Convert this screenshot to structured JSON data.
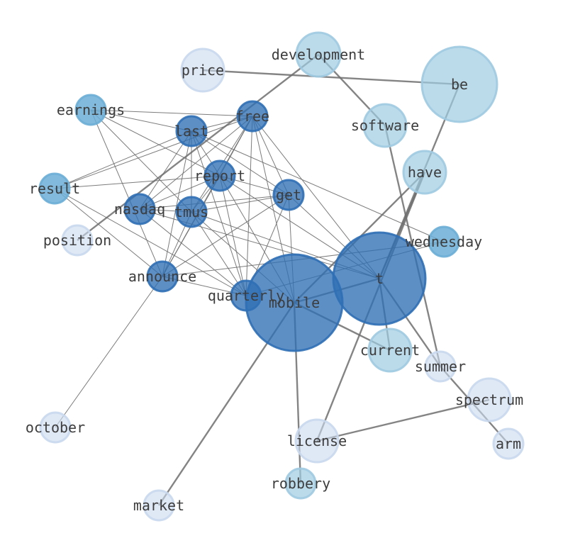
{
  "nodes": [
    {
      "id": "price",
      "label": "price",
      "group": "light"
    },
    {
      "id": "development",
      "label": "development",
      "group": "mid"
    },
    {
      "id": "be",
      "label": "be",
      "group": "mid"
    },
    {
      "id": "earnings",
      "label": "earnings",
      "group": "strong"
    },
    {
      "id": "free",
      "label": "free",
      "group": "dark"
    },
    {
      "id": "last",
      "label": "last",
      "group": "dark"
    },
    {
      "id": "software",
      "label": "software",
      "group": "mid"
    },
    {
      "id": "have",
      "label": "have",
      "group": "mid"
    },
    {
      "id": "report",
      "label": "report",
      "group": "dark"
    },
    {
      "id": "result",
      "label": "result",
      "group": "strong"
    },
    {
      "id": "get",
      "label": "get",
      "group": "dark"
    },
    {
      "id": "nasdaq",
      "label": "nasdaq",
      "group": "dark"
    },
    {
      "id": "tmus",
      "label": "tmus",
      "group": "dark"
    },
    {
      "id": "position",
      "label": "position",
      "group": "light"
    },
    {
      "id": "wednesday",
      "label": "wednesday",
      "group": "strong"
    },
    {
      "id": "t",
      "label": "t",
      "group": "dark"
    },
    {
      "id": "announce",
      "label": "announce",
      "group": "dark"
    },
    {
      "id": "quarterly",
      "label": "quarterly",
      "group": "dark"
    },
    {
      "id": "mobile",
      "label": "mobile",
      "group": "dark"
    },
    {
      "id": "current",
      "label": "current",
      "group": "mid"
    },
    {
      "id": "summer",
      "label": "summer",
      "group": "light"
    },
    {
      "id": "spectrum",
      "label": "spectrum",
      "group": "light"
    },
    {
      "id": "october",
      "label": "october",
      "group": "light"
    },
    {
      "id": "license",
      "label": "license",
      "group": "light"
    },
    {
      "id": "arm",
      "label": "arm",
      "group": "light"
    },
    {
      "id": "robbery",
      "label": "robbery",
      "group": "mid"
    },
    {
      "id": "market",
      "label": "market",
      "group": "light"
    }
  ],
  "edges": [
    {
      "source": "price",
      "target": "be",
      "weight": "heavy"
    },
    {
      "source": "development",
      "target": "software",
      "weight": "heavy"
    },
    {
      "source": "development",
      "target": "position",
      "weight": "heavy"
    },
    {
      "source": "software",
      "target": "summer",
      "weight": "heavy"
    },
    {
      "source": "be",
      "target": "t",
      "weight": "heavy"
    },
    {
      "source": "have",
      "target": "mobile",
      "weight": "heavy"
    },
    {
      "source": "have",
      "target": "license",
      "weight": "heavy"
    },
    {
      "source": "have",
      "target": "t",
      "weight": "heavy"
    },
    {
      "source": "t",
      "target": "mobile",
      "weight": "heavy"
    },
    {
      "source": "t",
      "target": "current",
      "weight": "heavy"
    },
    {
      "source": "t",
      "target": "summer",
      "weight": "heavy"
    },
    {
      "source": "mobile",
      "target": "market",
      "weight": "heavy"
    },
    {
      "source": "mobile",
      "target": "robbery",
      "weight": "heavy"
    },
    {
      "source": "mobile",
      "target": "current",
      "weight": "heavy"
    },
    {
      "source": "spectrum",
      "target": "license",
      "weight": "heavy"
    },
    {
      "source": "summer",
      "target": "arm",
      "weight": "heavy"
    },
    {
      "source": "earnings",
      "target": "free",
      "weight": "light"
    },
    {
      "source": "earnings",
      "target": "report",
      "weight": "light"
    },
    {
      "source": "earnings",
      "target": "last",
      "weight": "light"
    },
    {
      "source": "earnings",
      "target": "tmus",
      "weight": "light"
    },
    {
      "source": "earnings",
      "target": "announce",
      "weight": "light"
    },
    {
      "source": "free",
      "target": "last",
      "weight": "light"
    },
    {
      "source": "free",
      "target": "report",
      "weight": "light"
    },
    {
      "source": "free",
      "target": "result",
      "weight": "light"
    },
    {
      "source": "free",
      "target": "nasdaq",
      "weight": "light"
    },
    {
      "source": "free",
      "target": "tmus",
      "weight": "light"
    },
    {
      "source": "free",
      "target": "announce",
      "weight": "light"
    },
    {
      "source": "free",
      "target": "quarterly",
      "weight": "light"
    },
    {
      "source": "free",
      "target": "get",
      "weight": "light"
    },
    {
      "source": "free",
      "target": "mobile",
      "weight": "light"
    },
    {
      "source": "free",
      "target": "t",
      "weight": "light"
    },
    {
      "source": "last",
      "target": "report",
      "weight": "light"
    },
    {
      "source": "last",
      "target": "result",
      "weight": "light"
    },
    {
      "source": "last",
      "target": "nasdaq",
      "weight": "light"
    },
    {
      "source": "last",
      "target": "tmus",
      "weight": "light"
    },
    {
      "source": "last",
      "target": "announce",
      "weight": "light"
    },
    {
      "source": "last",
      "target": "quarterly",
      "weight": "light"
    },
    {
      "source": "last",
      "target": "get",
      "weight": "light"
    },
    {
      "source": "last",
      "target": "wednesday",
      "weight": "light"
    },
    {
      "source": "report",
      "target": "result",
      "weight": "light"
    },
    {
      "source": "report",
      "target": "nasdaq",
      "weight": "light"
    },
    {
      "source": "report",
      "target": "tmus",
      "weight": "light"
    },
    {
      "source": "report",
      "target": "get",
      "weight": "light"
    },
    {
      "source": "report",
      "target": "announce",
      "weight": "light"
    },
    {
      "source": "report",
      "target": "quarterly",
      "weight": "light"
    },
    {
      "source": "report",
      "target": "mobile",
      "weight": "light"
    },
    {
      "source": "report",
      "target": "t",
      "weight": "light"
    },
    {
      "source": "get",
      "target": "nasdaq",
      "weight": "light"
    },
    {
      "source": "get",
      "target": "tmus",
      "weight": "light"
    },
    {
      "source": "get",
      "target": "announce",
      "weight": "light"
    },
    {
      "source": "get",
      "target": "quarterly",
      "weight": "light"
    },
    {
      "source": "get",
      "target": "mobile",
      "weight": "light"
    },
    {
      "source": "get",
      "target": "t",
      "weight": "light"
    },
    {
      "source": "nasdaq",
      "target": "tmus",
      "weight": "light"
    },
    {
      "source": "nasdaq",
      "target": "quarterly",
      "weight": "light"
    },
    {
      "source": "nasdaq",
      "target": "t",
      "weight": "light"
    },
    {
      "source": "tmus",
      "target": "announce",
      "weight": "light"
    },
    {
      "source": "tmus",
      "target": "quarterly",
      "weight": "light"
    },
    {
      "source": "tmus",
      "target": "mobile",
      "weight": "light"
    },
    {
      "source": "tmus",
      "target": "t",
      "weight": "light"
    },
    {
      "source": "result",
      "target": "quarterly",
      "weight": "light"
    },
    {
      "source": "result",
      "target": "announce",
      "weight": "light"
    },
    {
      "source": "announce",
      "target": "quarterly",
      "weight": "light"
    },
    {
      "source": "announce",
      "target": "october",
      "weight": "light"
    },
    {
      "source": "announce",
      "target": "wednesday",
      "weight": "light"
    },
    {
      "source": "quarterly",
      "target": "wednesday",
      "weight": "light"
    }
  ],
  "colors": {
    "light": "#c9d8ee",
    "mid": "#9ecae1",
    "strong": "#6baed6",
    "dark": "#2f6fb5",
    "edge": "#6e6e6e",
    "label": "#3d3d3d"
  }
}
